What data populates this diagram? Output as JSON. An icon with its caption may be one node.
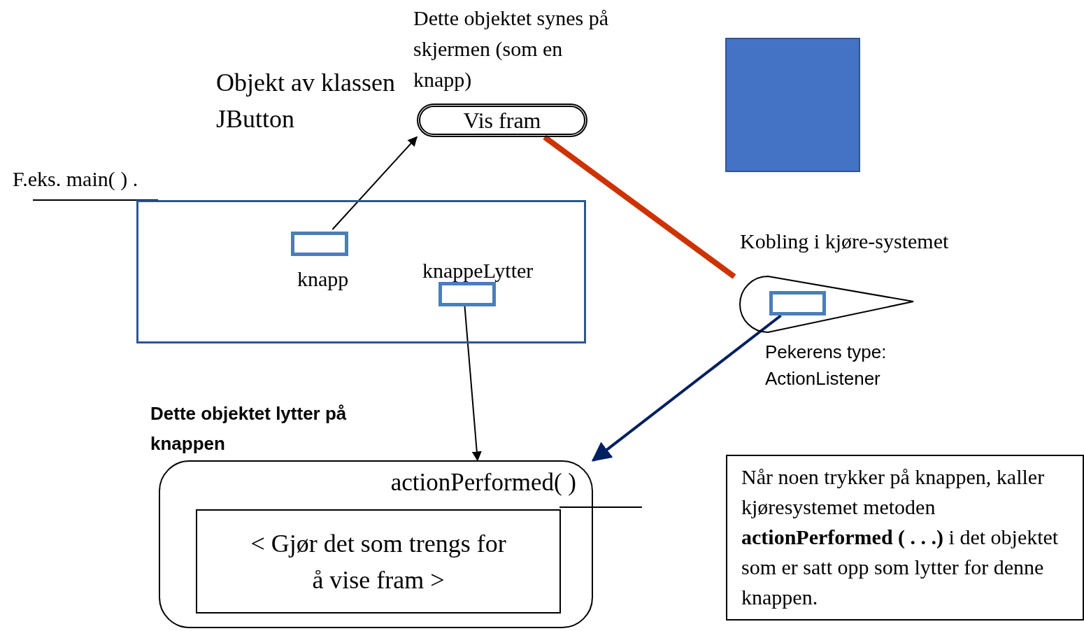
{
  "diagram": {
    "nodes": [
      {
        "text": [
          "F.eks.  main( ) ."
        ]
      },
      {
        "text": [
          "knapp"
        ],
        "in": 0
      },
      {
        "text": [
          "knappeLytter"
        ],
        "in": 0
      },
      {
        "text": [
          "Vis fram"
        ],
        "beside": [
          "Objekt av klassen JButton",
          "Dette objektet synes på skjermen (som en knapp)"
        ]
      },
      {
        "text": [],
        "shape": "box"
      },
      {
        "text": [],
        "shape": "teardrop",
        "beside": [
          "Kobling i kjøre-systemet",
          "Pekerens type: ActionListener"
        ]
      },
      {
        "text": [],
        "shape": "box",
        "in": 5
      },
      {
        "text": [
          "actionPerformed( )"
        ],
        "beside": [
          "Dette objektet lytter på knappen"
        ]
      },
      {
        "text": [
          "< Gjør det som trengs for å vise fram >"
        ],
        "in": 7
      },
      {
        "text": [
          "Når noen trykker på knappen, kaller kjøresystemet metoden **actionPerformed (  . . .)**  i det objektet som er satt opp som lytter for denne knappen."
        ]
      }
    ],
    "edges": [
      {
        "from": 1,
        "to": 3,
        "arrow": "to"
      },
      {
        "from": 2,
        "to": 7,
        "arrow": "to"
      },
      {
        "from": 3,
        "to": 5,
        "arrow": "none",
        "style": "thick",
        "color": "#cc3300"
      },
      {
        "from": 6,
        "to": 7,
        "arrow": "to",
        "color": "#002060"
      }
    ]
  }
}
